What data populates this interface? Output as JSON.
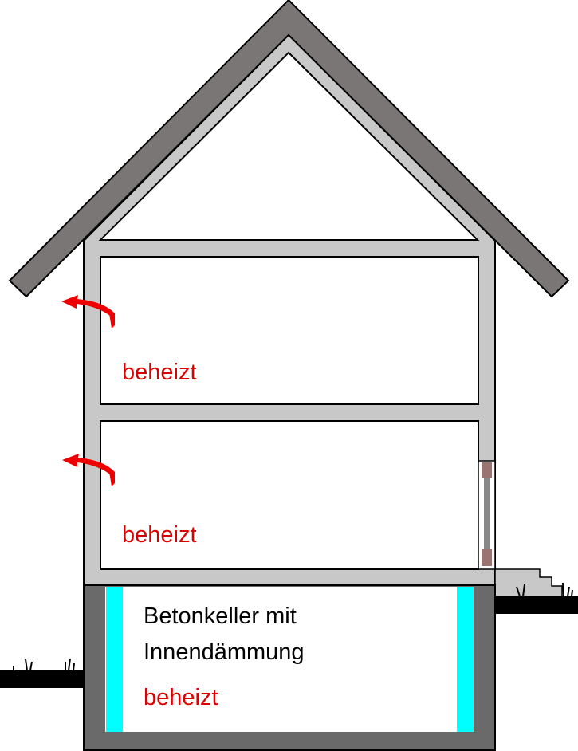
{
  "labels": {
    "upper_floor": "beheizt",
    "ground_floor": "beheizt",
    "basement_title_line1": "Betonkeller mit",
    "basement_title_line2": "Innendämmung",
    "basement_status": "beheizt"
  },
  "colors": {
    "roof": "#7a7676",
    "structure": "#c8c8c8",
    "basement_wall": "#6a6a6a",
    "insulation": "#00ffff",
    "heat_arrow": "#ee0000",
    "label_heated": "#dd0000",
    "ground": "#000000",
    "window_frame": "#9a7470"
  },
  "icons": [
    "heat-loss-arrow",
    "heat-loss-arrow"
  ]
}
